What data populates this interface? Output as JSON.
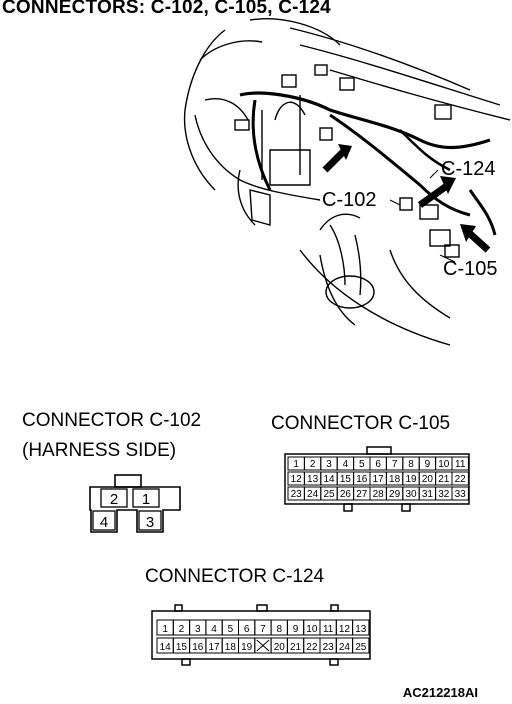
{
  "title": "CONNECTORS: C-102, C-105, C-124",
  "callouts": {
    "c124": "C-124",
    "c102": "C-102",
    "c105": "C-105"
  },
  "c102": {
    "heading": "CONNECTOR C-102",
    "subheading": "(HARNESS SIDE)",
    "pins": [
      "2",
      "1",
      "4",
      "3"
    ]
  },
  "c105": {
    "heading": "CONNECTOR C-105",
    "pins": [
      "1",
      "2",
      "3",
      "4",
      "5",
      "6",
      "7",
      "8",
      "9",
      "10",
      "11",
      "12",
      "13",
      "14",
      "15",
      "16",
      "17",
      "18",
      "19",
      "20",
      "21",
      "22",
      "23",
      "24",
      "25",
      "26",
      "27",
      "28",
      "29",
      "30",
      "31",
      "32",
      "33"
    ]
  },
  "c124": {
    "heading": "CONNECTOR C-124",
    "pins": [
      "1",
      "2",
      "3",
      "4",
      "5",
      "6",
      "7",
      "8",
      "9",
      "10",
      "11",
      "12",
      "13",
      "14",
      "15",
      "16",
      "17",
      "18",
      "19",
      "",
      "20",
      "21",
      "22",
      "23",
      "24",
      "25"
    ]
  },
  "footer_code": "AC212218AI"
}
